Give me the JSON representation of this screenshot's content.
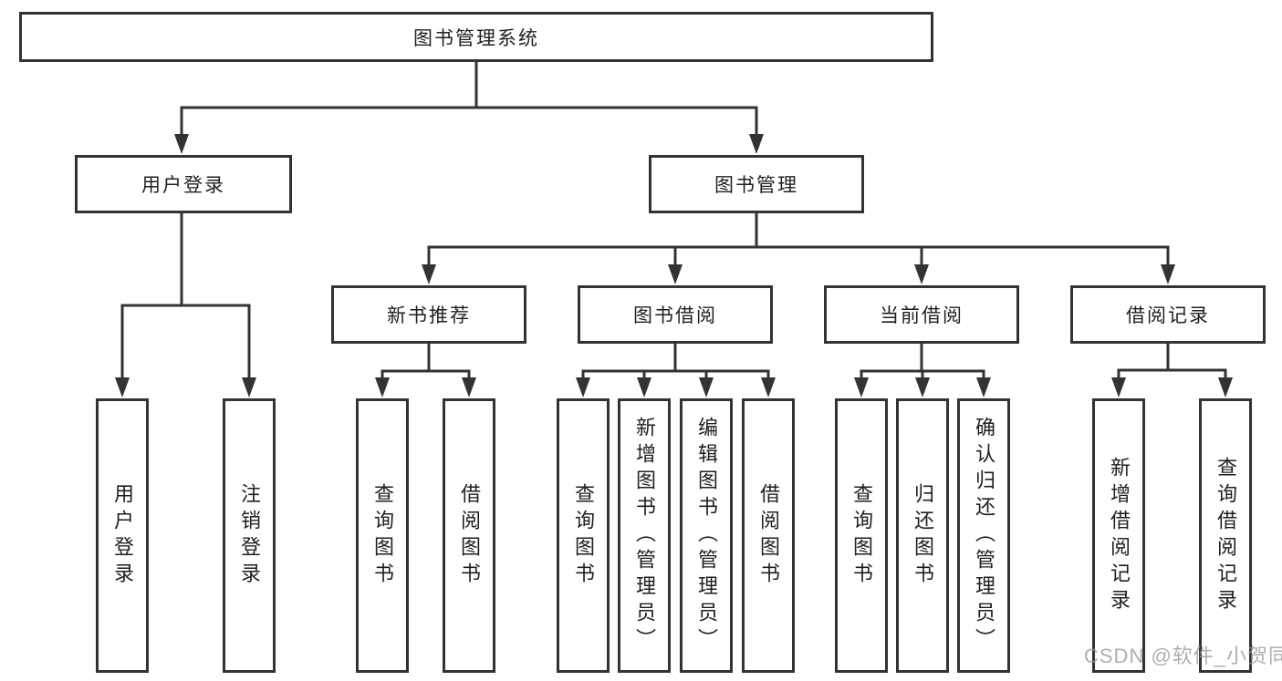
{
  "tree": {
    "root": {
      "label": "图书管理系统",
      "children": [
        {
          "label": "用户登录",
          "children": [
            {
              "label": "用户登录"
            },
            {
              "label": "注销登录"
            }
          ]
        },
        {
          "label": "图书管理",
          "children": [
            {
              "label": "新书推荐",
              "children": [
                {
                  "label": "查询图书"
                },
                {
                  "label": "借阅图书"
                }
              ]
            },
            {
              "label": "图书借阅",
              "children": [
                {
                  "label": "查询图书"
                },
                {
                  "label": "新增图书（管理员）"
                },
                {
                  "label": "编辑图书（管理员）"
                },
                {
                  "label": "借阅图书"
                }
              ]
            },
            {
              "label": "当前借阅",
              "children": [
                {
                  "label": "查询图书"
                },
                {
                  "label": "归还图书"
                },
                {
                  "label": "确认归还（管理员）"
                }
              ]
            },
            {
              "label": "借阅记录",
              "children": [
                {
                  "label": "新增借阅记录"
                },
                {
                  "label": "查询借阅记录"
                }
              ]
            }
          ]
        }
      ]
    }
  },
  "watermark": {
    "text": "CSDN @软件_小贺同学"
  },
  "colors": {
    "line": "#333333",
    "text": "#1f1f1f",
    "watermark": "#9b9b9b",
    "background": "#ffffff"
  }
}
